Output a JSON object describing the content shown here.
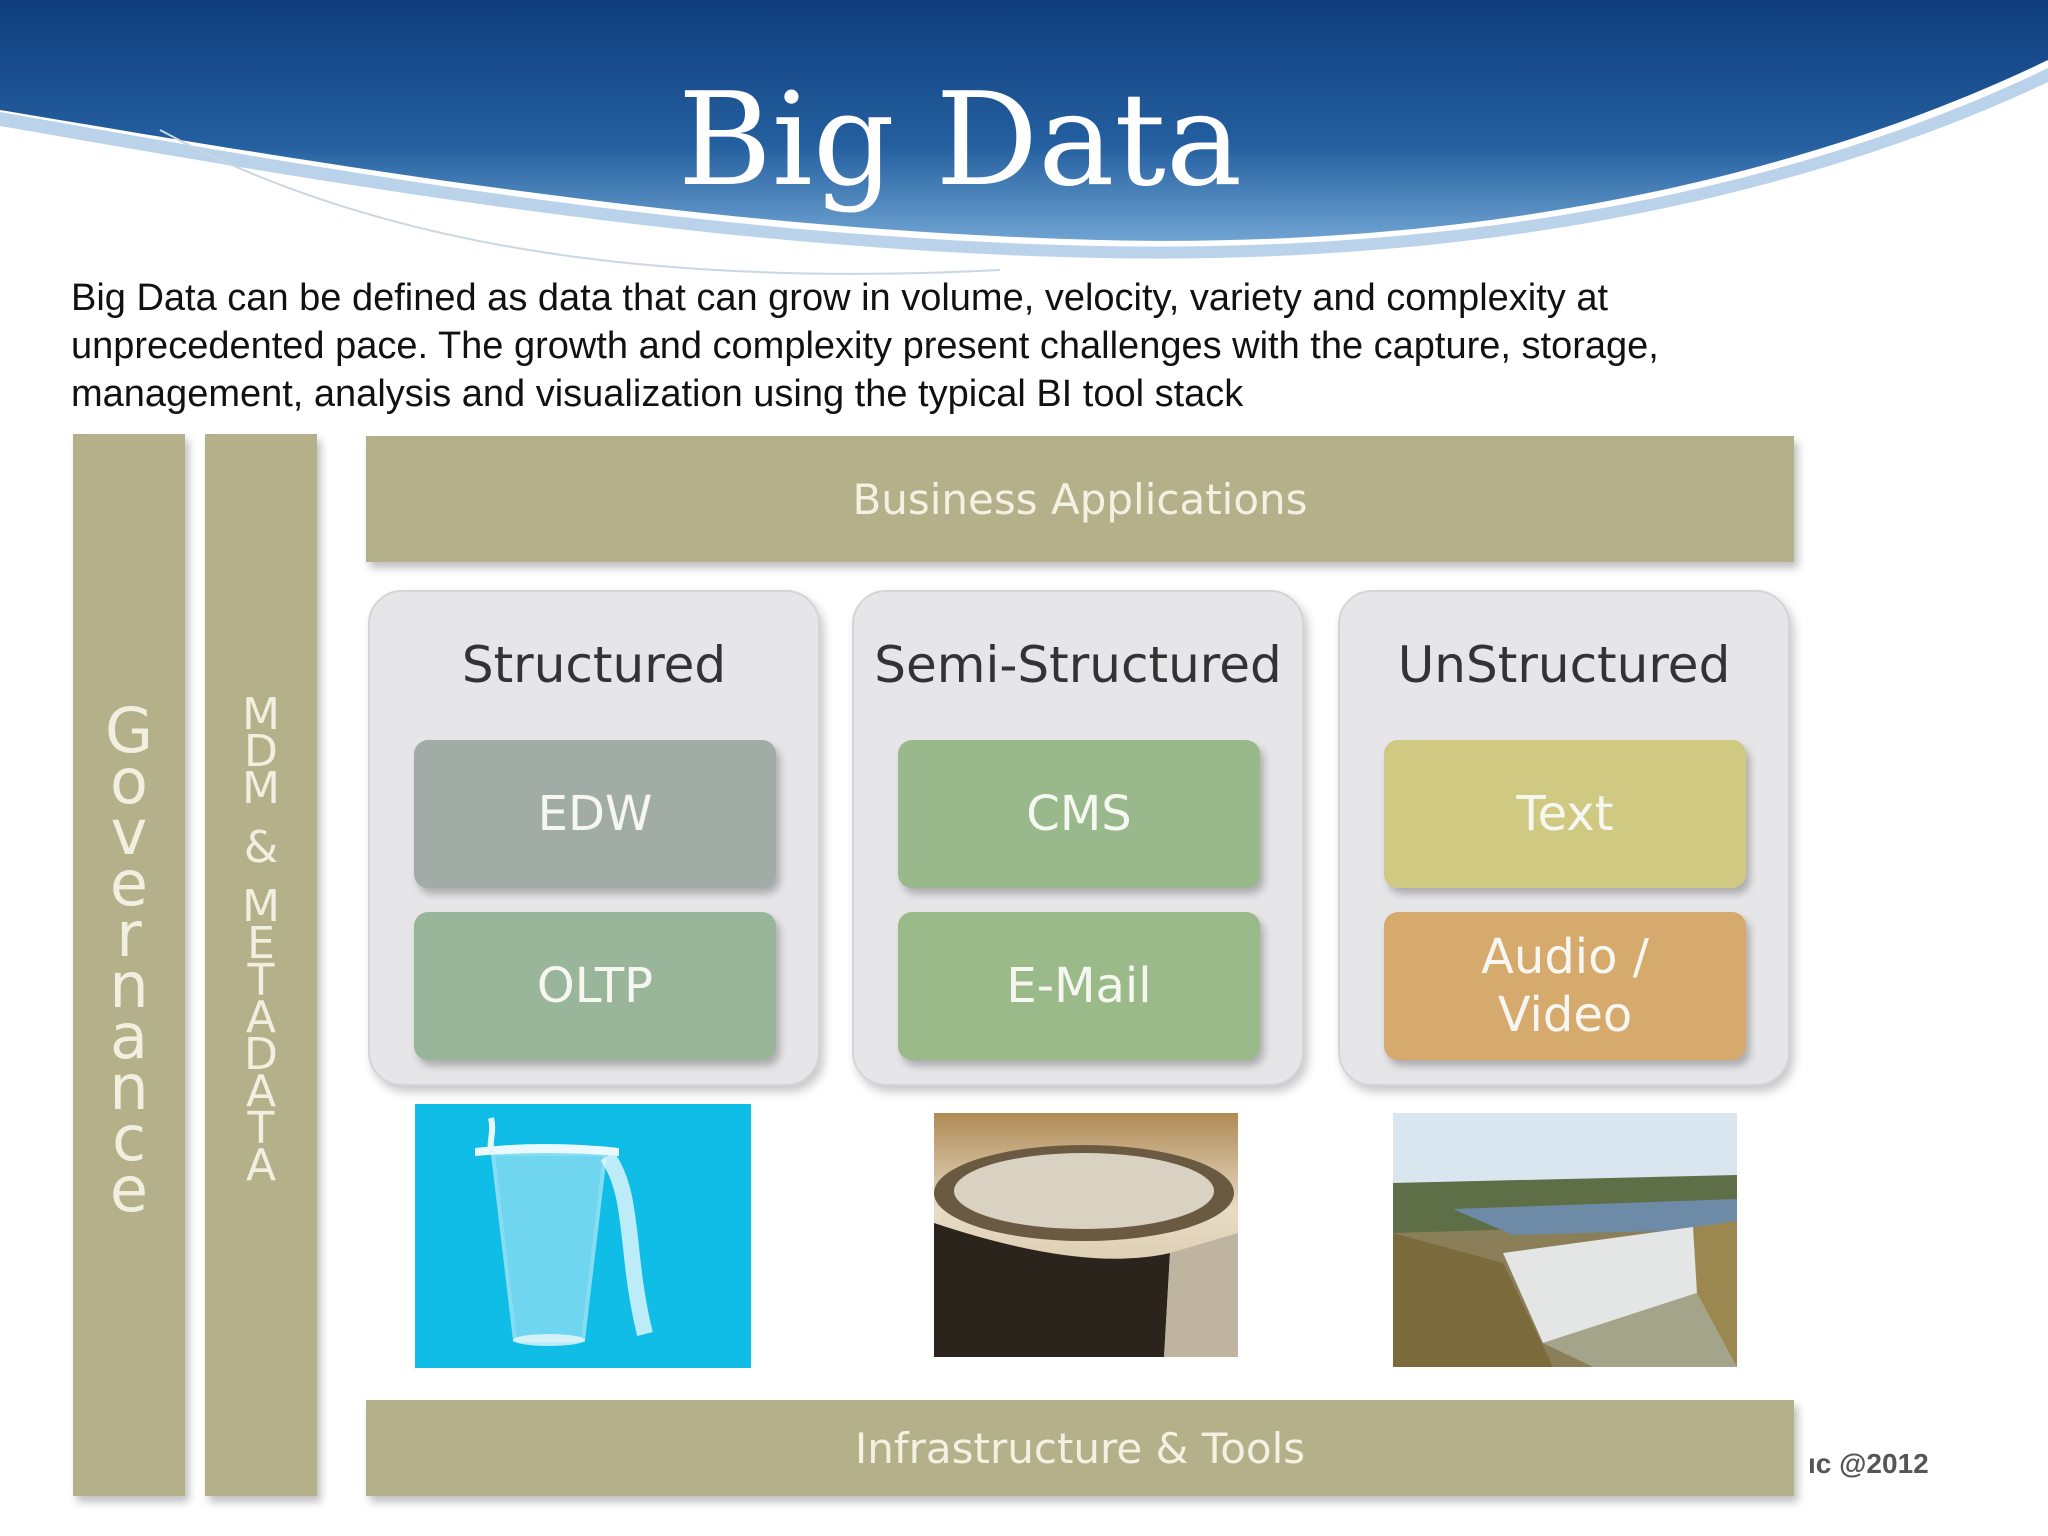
{
  "header": {
    "title": "Big Data"
  },
  "intro": {
    "text": "Big Data can be defined as data that can grow in volume, velocity, variety and complexity at unprecedented pace. The growth and complexity present challenges with the capture, storage, management, analysis and visualization using the typical BI tool stack"
  },
  "diagram": {
    "business_applications": "Business Applications",
    "infrastructure": "Infrastructure & Tools",
    "governance_letters": [
      "G",
      "o",
      "v",
      "e",
      "r",
      "n",
      "a",
      "n",
      "c",
      "e"
    ],
    "mdm_letters_top": [
      "M",
      "D",
      "M"
    ],
    "mdm_amp": "&",
    "mdm_letters_bottom": [
      "M",
      "E",
      "T",
      "A",
      "D",
      "A",
      "T",
      "A"
    ],
    "categories": [
      {
        "title": "Structured",
        "tiles": [
          {
            "label": "EDW"
          },
          {
            "label": "OLTP"
          }
        ],
        "image": "glass-of-water-icon"
      },
      {
        "title": "Semi-Structured",
        "tiles": [
          {
            "label": "CMS"
          },
          {
            "label": "E-Mail"
          }
        ],
        "image": "water-tank-icon"
      },
      {
        "title": "UnStructured",
        "tiles": [
          {
            "label": "Text"
          },
          {
            "label": "Audio / Video"
          }
        ],
        "image": "dam-reservoir-icon"
      }
    ]
  },
  "colors": {
    "olive": "#b3b08a",
    "edw": "#a2aca6",
    "oltp": "#99b69b",
    "cms": "#99b98c",
    "email": "#9bba89",
    "text": "#cfc982",
    "audio_video": "#d6a96c",
    "header_blue": "#1f5a99"
  },
  "footer": {
    "copyright": "ıc @2012"
  }
}
